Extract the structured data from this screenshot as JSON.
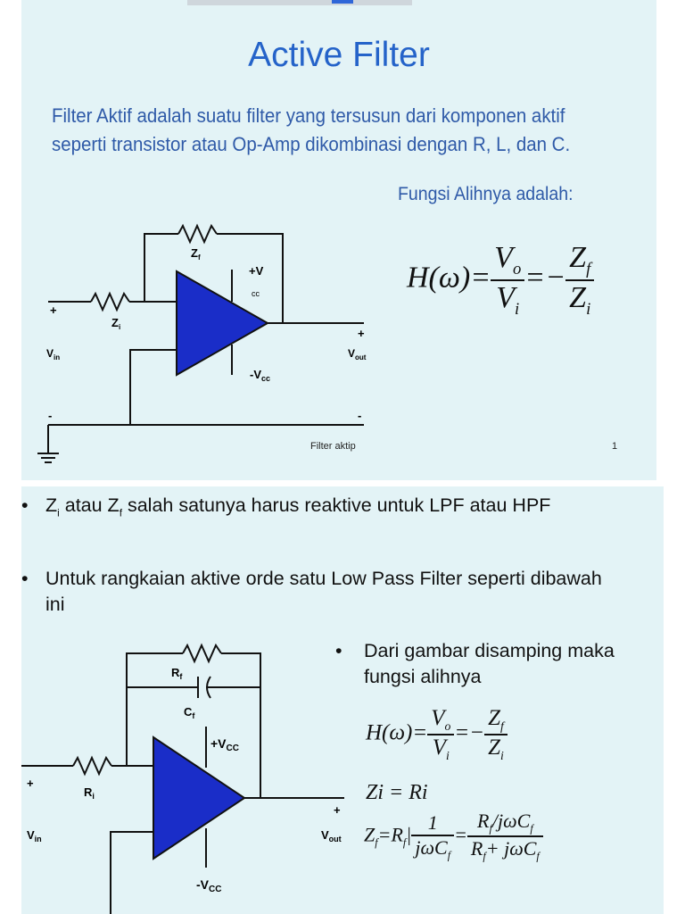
{
  "slide1": {
    "title": "Active Filter",
    "intro": "Filter Aktif adalah suatu filter yang tersusun dari komponen aktif seperti transistor atau Op-Amp dikombinasi dengan R, L, dan C.",
    "fungsi_label": "Fungsi Alihnya adalah:",
    "equation": {
      "lhs": "H(ω)=",
      "v_num": "V",
      "v_num_sub": "o",
      "v_den": "V",
      "v_den_sub": "i",
      "mid": "=−",
      "z_num": "Z",
      "z_num_sub": "f",
      "z_den": "Z",
      "z_den_sub": "i"
    },
    "circuit": {
      "zf": "Z",
      "zf_sub": "f",
      "zi": "Z",
      "zi_sub": "i",
      "plus_v": "+V",
      "cc": "cc",
      "minus_vcc": "-V",
      "minus_vcc_sub": "cc",
      "vin": "V",
      "vin_sub": "in",
      "vout": "V",
      "vout_sub": "out",
      "plus": "+",
      "minus": "-"
    },
    "footer": "Filter aktip",
    "page_number": "1"
  },
  "slide2": {
    "bullet1_a": "Z",
    "bullet1_a_sub": "i",
    "bullet1_b": " atau Z",
    "bullet1_b_sub": "f",
    "bullet1_c": " salah satunya harus reaktive untuk LPF atau HPF",
    "bullet2": "Untuk rangkaian aktive orde satu Low Pass Filter seperti dibawah ini",
    "bullet3": "Dari gambar disamping maka fungsi alihnya",
    "bullet_symbol": "•",
    "circuit": {
      "rf": "R",
      "rf_sub": "f",
      "cf": "C",
      "cf_sub": "f",
      "ri": "R",
      "ri_sub": "i",
      "plus_vcc": "+V",
      "plus_vcc_sub": "CC",
      "minus_vcc": "-V",
      "minus_vcc_sub": "CC",
      "vin": "V",
      "vin_sub": "in",
      "vout": "V",
      "vout_sub": "out",
      "plus": "+"
    },
    "eq1": {
      "lhs": "H(ω)=",
      "v_num": "V",
      "v_num_sub": "o",
      "v_den": "V",
      "v_den_sub": "i",
      "mid": "=−",
      "z_num": "Z",
      "z_num_sub": "f",
      "z_den": "Z",
      "z_den_sub": "i"
    },
    "eq2": "Zi = Ri",
    "eq3": {
      "lhs": "Z",
      "lhs_sub": "f",
      "eq": "=R",
      "eq_sub": "f",
      "bar": "|",
      "one": "1",
      "jwc": "jωC",
      "jwc_sub": "f",
      "eq2": "=",
      "num2a": "R",
      "num2a_sub": "f",
      "num2b": "jωC",
      "num2b_sub": "f",
      "den2": "R",
      "den2_sub": "f",
      "den2b": "+ jωC",
      "den2b_sub": "f"
    }
  }
}
